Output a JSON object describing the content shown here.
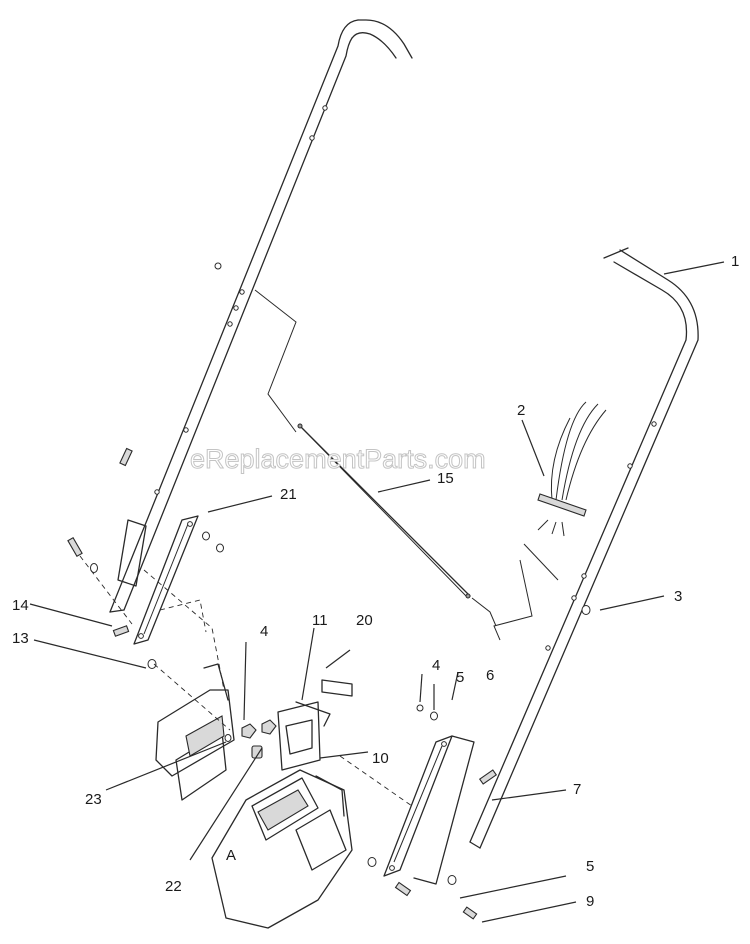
{
  "watermark": "eReplacementParts.com",
  "callouts": [
    {
      "id": "c1",
      "label": "1"
    },
    {
      "id": "c2",
      "label": "2"
    },
    {
      "id": "c3",
      "label": "3"
    },
    {
      "id": "c4a",
      "label": "4"
    },
    {
      "id": "c4b",
      "label": "4"
    },
    {
      "id": "c5a",
      "label": "5"
    },
    {
      "id": "c5b",
      "label": "5"
    },
    {
      "id": "c6",
      "label": "6"
    },
    {
      "id": "c7",
      "label": "7"
    },
    {
      "id": "c9",
      "label": "9"
    },
    {
      "id": "c10",
      "label": "10"
    },
    {
      "id": "c11",
      "label": "11"
    },
    {
      "id": "c13",
      "label": "13"
    },
    {
      "id": "c14",
      "label": "14"
    },
    {
      "id": "c15",
      "label": "15"
    },
    {
      "id": "c20",
      "label": "20"
    },
    {
      "id": "c21",
      "label": "21"
    },
    {
      "id": "c22",
      "label": "22"
    },
    {
      "id": "c23",
      "label": "23"
    }
  ]
}
